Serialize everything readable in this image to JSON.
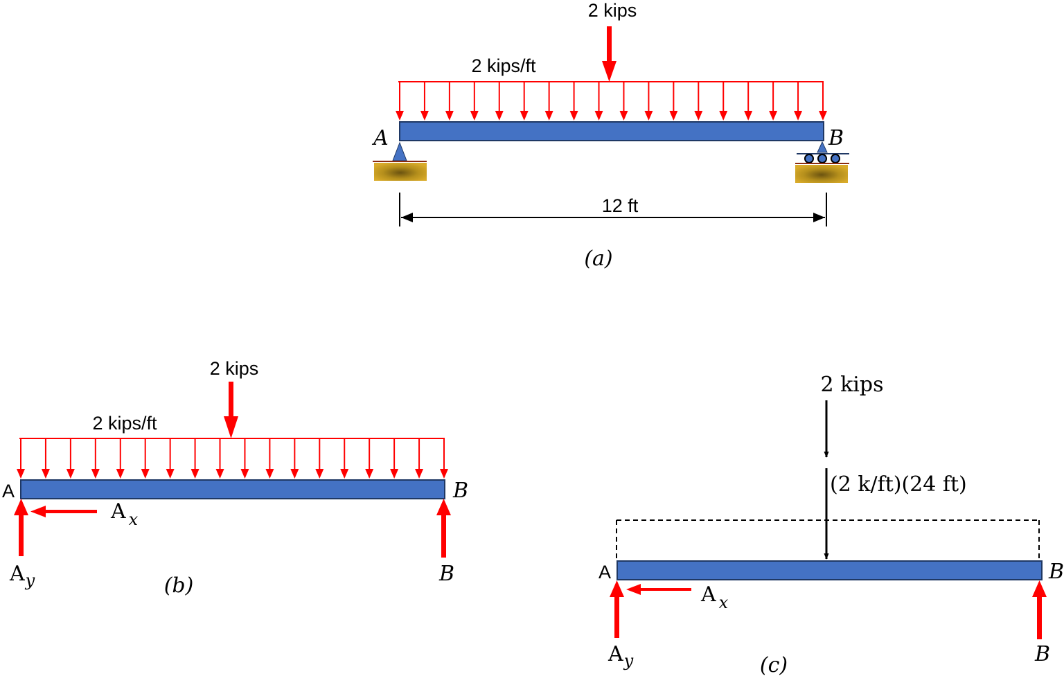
{
  "diagram_a": {
    "point_load": "2 kips",
    "distributed_load": "2 kips/ft",
    "support_a": "A",
    "support_b": "B",
    "span": "12 ft",
    "caption": "(a)"
  },
  "diagram_b": {
    "point_load": "2 kips",
    "distributed_load": "2 kips/ft",
    "end_a": "A",
    "end_b": "B",
    "reaction_ax": "A",
    "reaction_ax_sub": "x",
    "reaction_ay": "A",
    "reaction_ay_sub": "y",
    "reaction_b": "B",
    "caption": "(b)"
  },
  "diagram_c": {
    "point_load": "2 kips",
    "resultant": "(2 k/ft)(24 ft)",
    "end_a": "A",
    "end_b": "B",
    "reaction_ax": "A",
    "reaction_ax_sub": "x",
    "reaction_ay": "A",
    "reaction_ay_sub": "y",
    "reaction_b": "B",
    "caption": "(c)"
  },
  "colors": {
    "beam": "#4472c4",
    "beam_outline": "#1f3864",
    "load": "#ff0000",
    "support_block": "#c8a020"
  }
}
